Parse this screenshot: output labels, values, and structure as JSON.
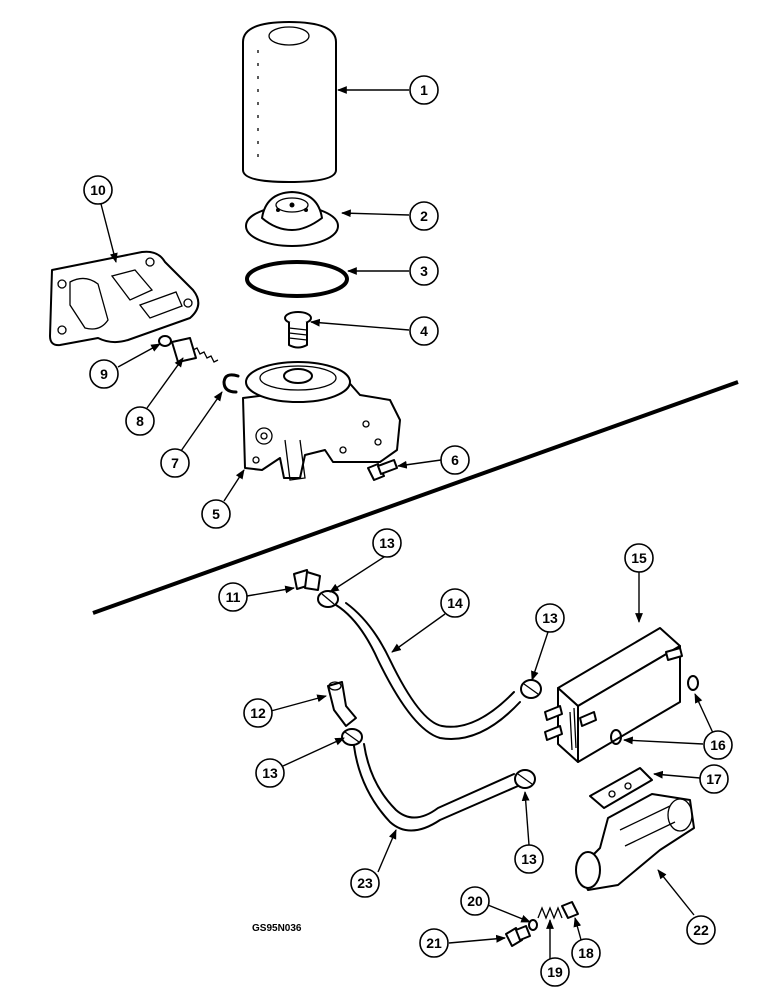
{
  "reference_code": "GS95N036",
  "callouts": [
    "1",
    "2",
    "3",
    "4",
    "5",
    "6",
    "7",
    "8",
    "9",
    "10",
    "11",
    "12",
    "13",
    "13",
    "13",
    "13",
    "13",
    "14",
    "15",
    "16",
    "17",
    "18",
    "19",
    "20",
    "21",
    "22",
    "23"
  ],
  "colors": {
    "line": "#000000",
    "background": "#ffffff"
  }
}
